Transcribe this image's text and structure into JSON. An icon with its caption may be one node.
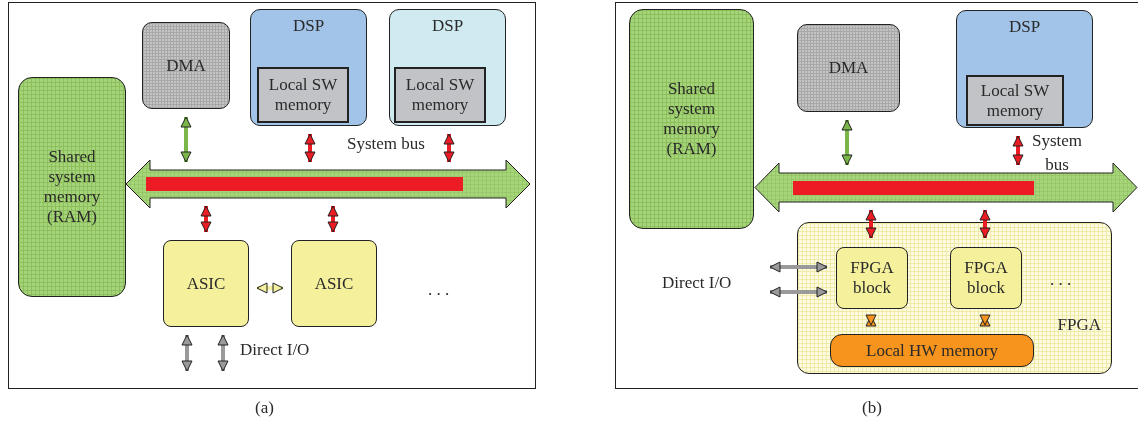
{
  "diagram": {
    "nodes": [
      {
        "text": [
          "Shared system memory (RAM)"
        ]
      },
      {
        "text": [
          "DMA"
        ]
      },
      {
        "text": [
          "DSP"
        ]
      },
      {
        "text": [
          "Local SW memory"
        ],
        "in": 2
      },
      {
        "text": [
          "DSP"
        ]
      },
      {
        "text": [
          "Local SW memory"
        ],
        "in": 4
      },
      {
        "text": [
          "System bus"
        ]
      },
      {
        "text": [
          "ASIC"
        ]
      },
      {
        "text": [
          "ASIC"
        ]
      },
      {
        "text": [
          "Shared system memory (RAM)"
        ]
      },
      {
        "text": [
          "DMA"
        ]
      },
      {
        "text": [
          "DSP"
        ]
      },
      {
        "text": [
          "Local SW memory"
        ],
        "in": 11
      },
      {
        "text": [
          "System bus"
        ]
      },
      {
        "text": [
          "FPGA"
        ]
      },
      {
        "text": [
          "FPGA block"
        ],
        "in": 14
      },
      {
        "text": [
          "FPGA block"
        ],
        "in": 14
      },
      {
        "text": [
          "Local HW memory"
        ],
        "in": 14
      },
      {
        "text": [],
        "shape": "bar",
        "in": 6
      },
      {
        "text": [],
        "shape": "bar",
        "in": 13
      }
    ],
    "edges": [
      {
        "from": 1,
        "to": 6,
        "arrow": "both",
        "color": "#7ab648"
      },
      {
        "from": 2,
        "to": 6,
        "arrow": "both"
      },
      {
        "from": 4,
        "to": 6,
        "arrow": "both"
      },
      {
        "from": 6,
        "to": 7,
        "arrow": "both"
      },
      {
        "from": 6,
        "to": 8,
        "arrow": "both"
      },
      {
        "from": 7,
        "to": 8,
        "arrow": "both",
        "color": "#f3f0a0"
      },
      {
        "from": 7,
        "to": null,
        "arrow": "both",
        "color": "#9a9a9a"
      },
      {
        "from": 7,
        "to": null,
        "arrow": "both",
        "color": "#9a9a9a"
      },
      {
        "from": 10,
        "to": 13,
        "arrow": "both",
        "color": "#7ab648"
      },
      {
        "from": 11,
        "to": 13,
        "arrow": "both"
      },
      {
        "from": 13,
        "to": 15,
        "arrow": "both"
      },
      {
        "from": 13,
        "to": 16,
        "arrow": "both"
      },
      {
        "from": 15,
        "to": 17,
        "arrow": "both",
        "color": "#f7941d"
      },
      {
        "from": 16,
        "to": 17,
        "arrow": "both",
        "color": "#f7941d"
      },
      {
        "from": null,
        "to": 15,
        "arrow": "both",
        "color": "#9a9a9a"
      },
      {
        "from": null,
        "to": 15,
        "arrow": "both",
        "color": "#9a9a9a"
      }
    ],
    "labels": [
      "Direct I/O",
      ". . .",
      "Direct I/O",
      ". . .",
      "(a)",
      "(b)"
    ]
  }
}
